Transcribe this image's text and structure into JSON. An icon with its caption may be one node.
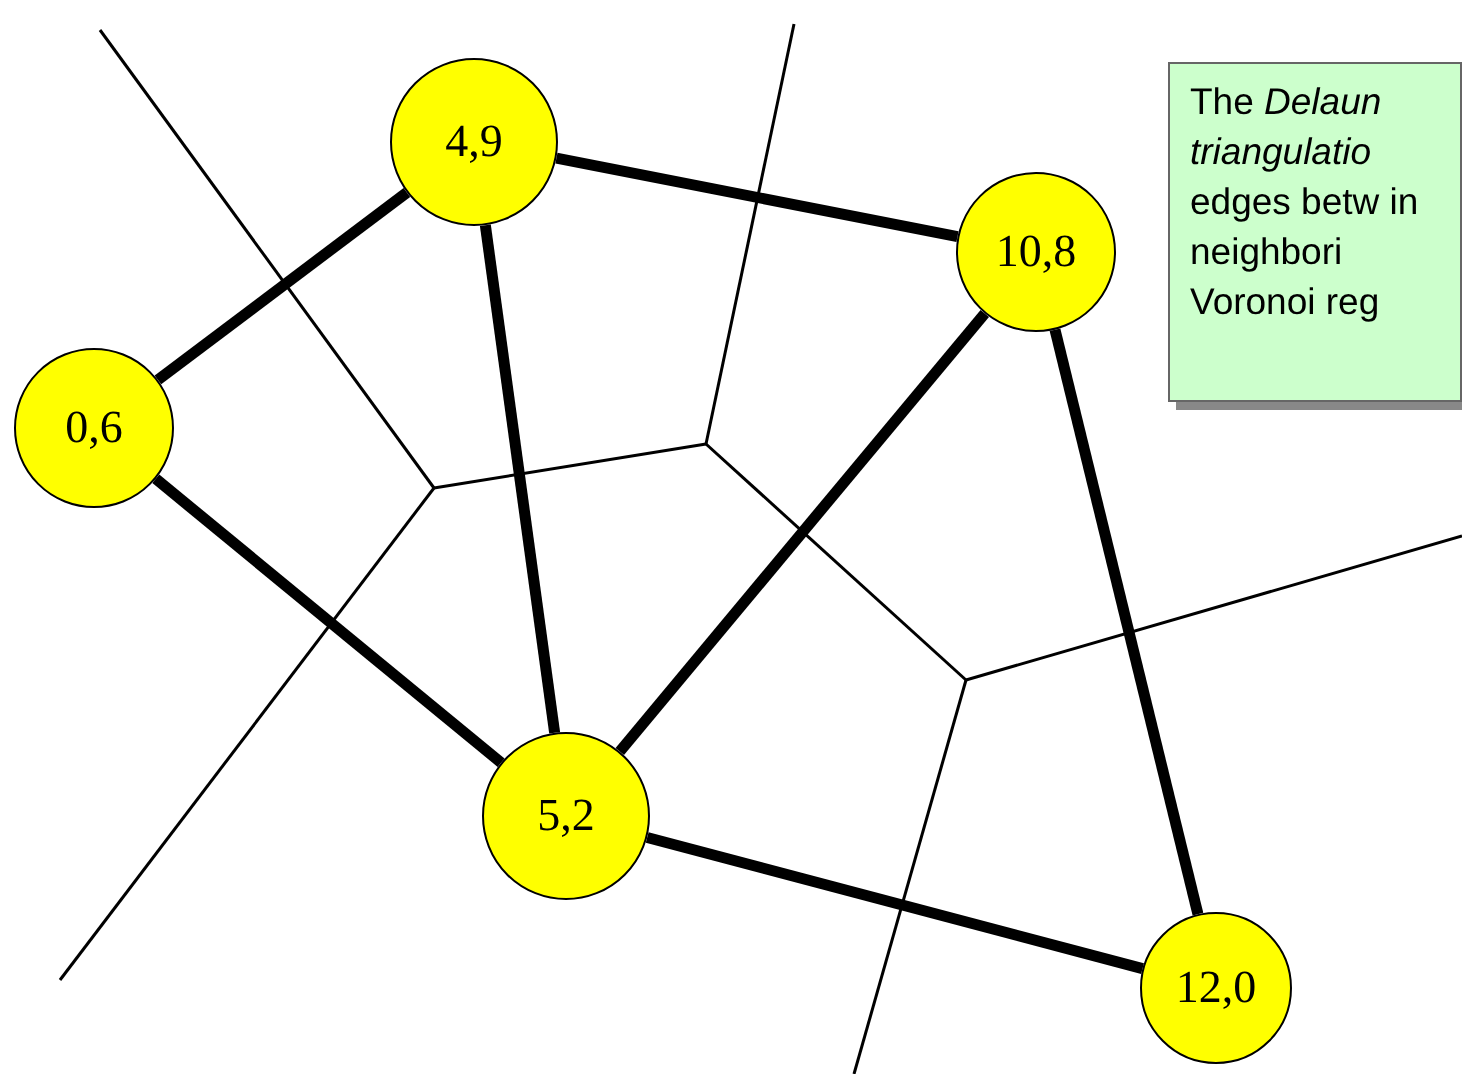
{
  "diagram": {
    "nodes": [
      {
        "text": [
          "4,9"
        ]
      },
      {
        "text": [
          "10,8"
        ]
      },
      {
        "text": [
          "0,6"
        ]
      },
      {
        "text": [
          "5,2"
        ]
      },
      {
        "text": [
          "12,0"
        ]
      }
    ],
    "edges": [
      {
        "from": 2,
        "to": 0,
        "arrow": "none"
      },
      {
        "from": 0,
        "to": 1,
        "arrow": "none"
      },
      {
        "from": 0,
        "to": 3,
        "arrow": "none"
      },
      {
        "from": 2,
        "to": 3,
        "arrow": "none"
      },
      {
        "from": 1,
        "to": 3,
        "arrow": "none"
      },
      {
        "from": 1,
        "to": 4,
        "arrow": "none"
      },
      {
        "from": 3,
        "to": 4,
        "arrow": "none"
      }
    ],
    "labels": [
      "The *Delaun triangulatio* edges betw in neighbori Voronoi reg"
    ]
  }
}
